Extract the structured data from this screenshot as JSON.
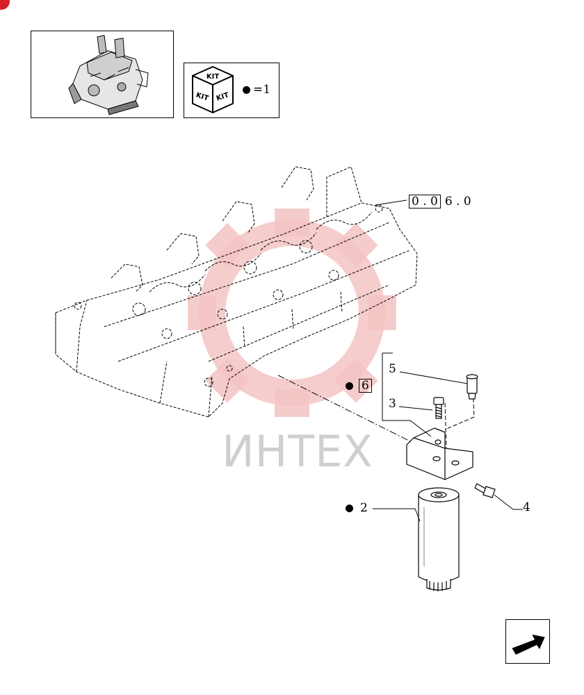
{
  "kit_legend": {
    "box_label": "KIT",
    "equals_text": "=1"
  },
  "refs": {
    "assembly": {
      "boxed": "0 . 0",
      "rest": "6 . 0"
    },
    "kit_item": "6",
    "items": [
      "5",
      "3",
      "2",
      "4"
    ]
  },
  "watermark": {
    "text": "ИНТЕХ"
  },
  "icons": {
    "engine": "engine-illustration",
    "kit": "kit-cube-icon",
    "next": "arrow-next-page-icon",
    "badge": "logo-badge"
  },
  "colors": {
    "line": "#000000",
    "watermark": "#f2b7b7",
    "badge": "#d8202a"
  }
}
